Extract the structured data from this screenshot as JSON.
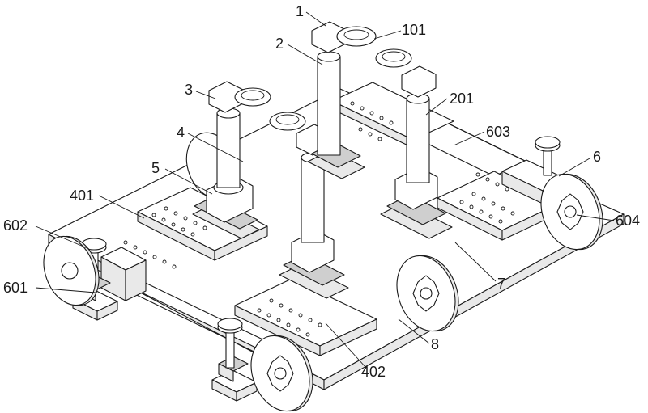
{
  "labels": [
    {
      "id": "1",
      "text": "1"
    },
    {
      "id": "101",
      "text": "101"
    },
    {
      "id": "2",
      "text": "2"
    },
    {
      "id": "201",
      "text": "201"
    },
    {
      "id": "3",
      "text": "3"
    },
    {
      "id": "4",
      "text": "4"
    },
    {
      "id": "5",
      "text": "5"
    },
    {
      "id": "401",
      "text": "401"
    },
    {
      "id": "602",
      "text": "602"
    },
    {
      "id": "601",
      "text": "601"
    },
    {
      "id": "603",
      "text": "603"
    },
    {
      "id": "6",
      "text": "6"
    },
    {
      "id": "604",
      "text": "604"
    },
    {
      "id": "7",
      "text": "7"
    },
    {
      "id": "8",
      "text": "8"
    },
    {
      "id": "402",
      "text": "402"
    }
  ]
}
